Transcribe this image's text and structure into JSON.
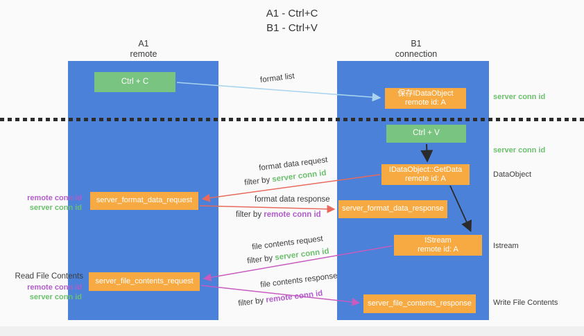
{
  "title": {
    "line1": "A1 - Ctrl+C",
    "line2": "B1 - Ctrl+V"
  },
  "lanes": {
    "a1": {
      "name": "A1",
      "role": "remote"
    },
    "b1": {
      "name": "B1",
      "role": "connection"
    }
  },
  "boxes": {
    "ctrl_c": {
      "label": "Ctrl + C"
    },
    "save_idataobject": {
      "line1": "保存IDataObject",
      "line2": "remote id: A"
    },
    "ctrl_v": {
      "label": "Ctrl + V"
    },
    "getdata": {
      "line1": "IDataObject::GetData",
      "line2": "remote id: A"
    },
    "server_format_data_request": {
      "label": "server_format_data_request"
    },
    "server_format_data_response": {
      "label": "server_format_data_response"
    },
    "istream": {
      "line1": "IStream",
      "line2": "remote id: A"
    },
    "server_file_contents_request": {
      "label": "server_file_contents_request"
    },
    "server_file_contents_response": {
      "label": "server_file_contents_response"
    }
  },
  "labels": {
    "format_list": "format list",
    "filter_by": "filter by",
    "server_conn_id": "server conn id",
    "remote_conn_id": "remote conn id",
    "format_data_request": "format data request",
    "format_data_response": "format data response",
    "file_contents_request": "file contents request",
    "file_contents_response": "file contents response",
    "dataobject": "DataObject",
    "istream": "Istream",
    "write_file_contents": "Write File Contents",
    "read_file_contents": "Read File Contents"
  },
  "colors": {
    "lane_blue": "#4b81d8",
    "box_green": "#7ac481",
    "box_orange": "#f7a942",
    "green_text": "#6bbf6d",
    "purple_text": "#b35ccb",
    "arrow_blue": "#a9d3ee",
    "arrow_red": "#e96a5d",
    "arrow_magenta": "#c75bc0",
    "arrow_black": "#2b2b2b"
  }
}
